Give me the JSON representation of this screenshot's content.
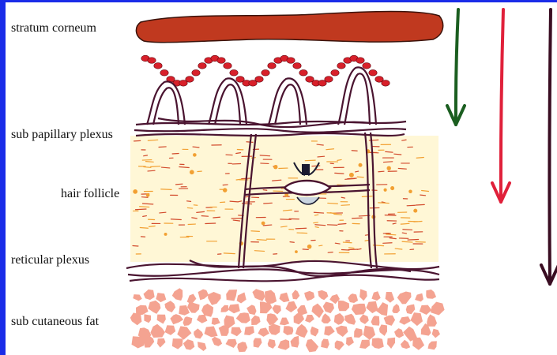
{
  "labels": {
    "stratum_corneum": "stratum corneum",
    "sub_papillary_plexus": "sub papillary plexus",
    "hair_follicle": "hair follicle",
    "reticular_plexus": "reticular plexus",
    "sub_cutaneous_fat": "sub cutaneous fat"
  },
  "colors": {
    "frame": "#1a2ce8",
    "stratum_corneum": "#c0391f",
    "papillary_capillaries": "#d8202a",
    "vessels": "#4a1430",
    "dermis_fill": "#fff7d6",
    "fibers_red": "#d24a2c",
    "fibers_orange": "#f2a032",
    "fat": "#f4a391",
    "arrow_green": "#1b5e20",
    "arrow_red": "#e0203a",
    "arrow_dark": "#3a0d22"
  },
  "icons": {
    "arrow_green": "down-arrow-icon",
    "arrow_red": "down-arrow-icon",
    "arrow_dark": "down-arrow-icon"
  }
}
